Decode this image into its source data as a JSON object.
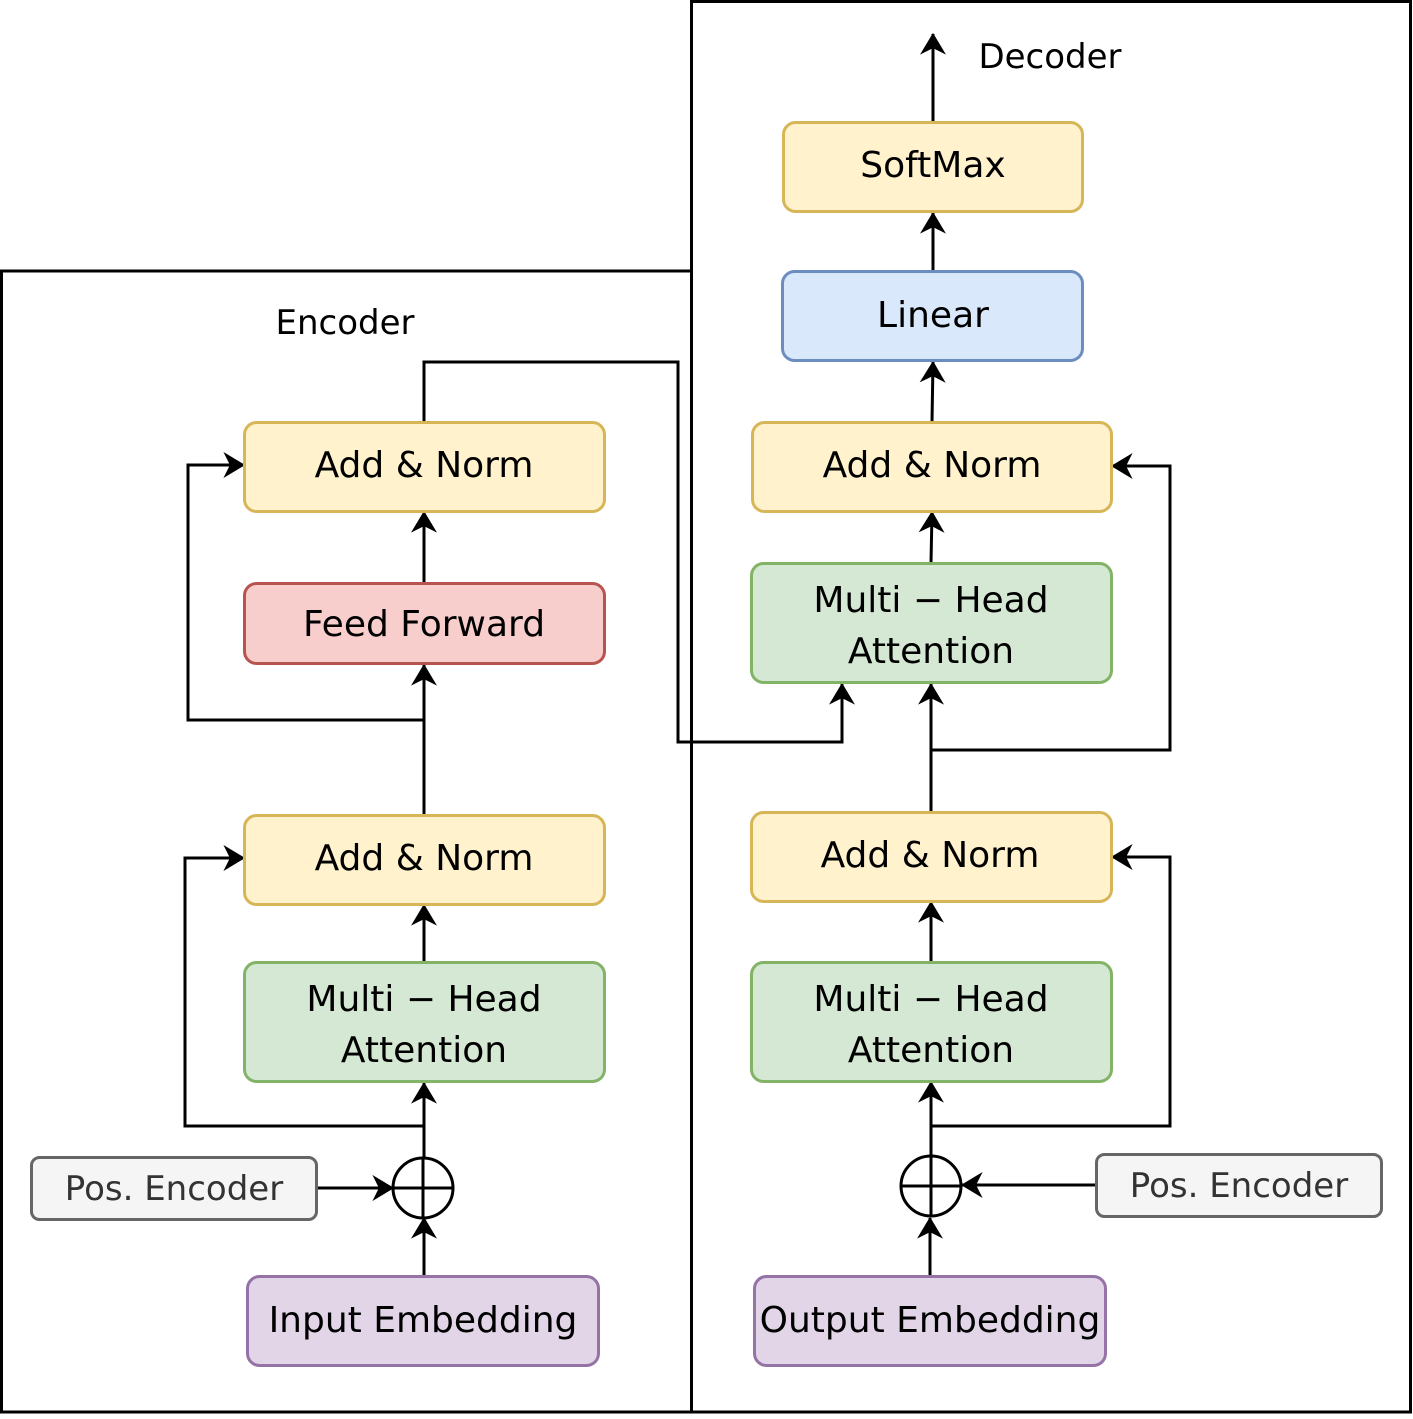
{
  "colors": {
    "yellow_fill": "#fff2cc",
    "yellow_stroke": "#d6b656",
    "green_fill": "#d5e8d4",
    "green_stroke": "#82b366",
    "red_fill": "#f8cecc",
    "red_stroke": "#b85450",
    "blue_fill": "#dae8fc",
    "blue_stroke": "#6c8ebf",
    "purple_fill": "#e1d5e7",
    "purple_stroke": "#9673a6",
    "gray_fill": "#f5f5f5",
    "gray_stroke": "#666666"
  },
  "encoder": {
    "title": "Encoder",
    "add_norm_top": "Add & Norm",
    "feed_forward": "Feed Forward",
    "add_norm_bottom": "Add & Norm",
    "mha_line1": "Multi − Head",
    "mha_line2": "Attention",
    "pos_encoder": "Pos.  Encoder",
    "input_embedding": "Input Embedding"
  },
  "decoder": {
    "title": "Decoder",
    "softmax": "SoftMax",
    "linear": "Linear",
    "add_norm_top": "Add & Norm",
    "cross_mha_line1": "Multi − Head",
    "cross_mha_line2": "Attention",
    "add_norm_bottom": "Add & Norm",
    "self_mha_line1": "Multi − Head",
    "self_mha_line2": "Attention",
    "pos_encoder": "Pos.  Encoder",
    "output_embedding": "Output Embedding"
  }
}
